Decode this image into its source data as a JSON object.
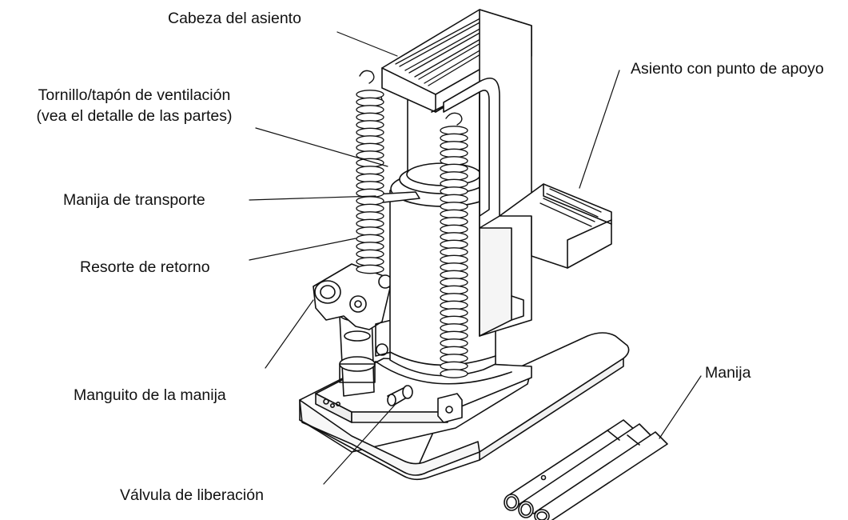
{
  "labels": {
    "seat_head": "Cabeza del asiento",
    "vent_screw_line1": "Tornillo/tapón de ventilación",
    "vent_screw_line2": "(vea el detalle de las partes)",
    "toe_seat": "Asiento con punto de apoyo",
    "carry_handle": "Manija de transporte",
    "return_spring": "Resorte de retorno",
    "handle_sleeve": "Manguito de la manija",
    "handle": "Manija",
    "release_valve": "Válvula de liberación"
  }
}
